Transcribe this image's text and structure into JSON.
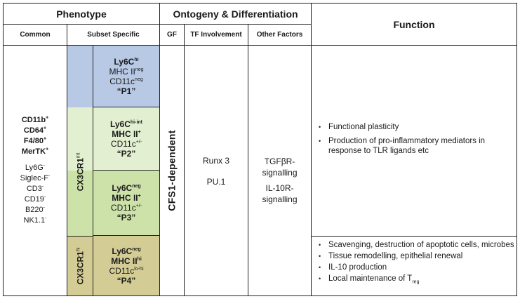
{
  "headers": {
    "phenotype": "Phenotype",
    "ontogeny": "Ontogeny & Differentiation",
    "function": "Function",
    "common": "Common",
    "subset_specific": "Subset Specific",
    "gf": "GF",
    "tf": "TF Involvement",
    "other": "Other Factors"
  },
  "common_markers": {
    "positive": [
      {
        "name": "CD11b",
        "sup": "+"
      },
      {
        "name": "CD64",
        "sup": "+"
      },
      {
        "name": "F4/80",
        "sup": "+"
      },
      {
        "name": "MerTK",
        "sup": "+"
      }
    ],
    "negative": [
      {
        "name": "Ly6G",
        "sup": "-"
      },
      {
        "name": "Siglec-F",
        "sup": "-"
      },
      {
        "name": "CD3",
        "sup": "-"
      },
      {
        "name": "CD19",
        "sup": "-"
      },
      {
        "name": "B220",
        "sup": "-"
      },
      {
        "name": "NK1.1",
        "sup": "-"
      }
    ]
  },
  "cx3cr1": {
    "int": {
      "name": "CX3CR1",
      "sup": "int"
    },
    "hi": {
      "name": "CX3CR1",
      "sup": "hi"
    }
  },
  "subsets": [
    {
      "color": "#b8c9e6",
      "lines": [
        {
          "text": "Ly6C",
          "sup": "hi",
          "bold": true
        },
        {
          "text": "MHC II",
          "sup": "neg",
          "bold": false
        },
        {
          "text": "CD11c",
          "sup": "neg",
          "bold": false
        },
        {
          "text": "“P1”",
          "sup": "",
          "bold": true
        }
      ]
    },
    {
      "color": "#e3efd1",
      "lines": [
        {
          "text": "Ly6C",
          "sup": "hi-int",
          "bold": true
        },
        {
          "text": "MHC II",
          "sup": "+",
          "bold": true
        },
        {
          "text": "CD11c",
          "sup": "+/-",
          "bold": false
        },
        {
          "text": "“P2”",
          "sup": "",
          "bold": true
        }
      ]
    },
    {
      "color": "#cde2a9",
      "lines": [
        {
          "text": "Ly6C",
          "sup": "neg",
          "bold": true
        },
        {
          "text": "MHC II",
          "sup": "+",
          "bold": true
        },
        {
          "text": "CD11c",
          "sup": "+/-",
          "bold": false
        },
        {
          "text": "“P3”",
          "sup": "",
          "bold": true
        }
      ]
    },
    {
      "color": "#d4cc95",
      "lines": [
        {
          "text": "Ly6C",
          "sup": "neg",
          "bold": true
        },
        {
          "text": "MHC II",
          "sup": "hi",
          "bold": true
        },
        {
          "text": "CD11c",
          "sup": "lo-hi",
          "bold": false
        },
        {
          "text": "“P4”",
          "sup": "",
          "bold": true
        }
      ]
    }
  ],
  "colors": {
    "cx3cr1_int_top": "#b8c9e6",
    "cx3cr1_int_mid": "#e3efd1",
    "cx3cr1_int_bot": "#cde2a9",
    "cx3cr1_hi": "#d4cc95"
  },
  "gf": "CFS1-dependent",
  "tf": [
    "Runx 3",
    "PU.1"
  ],
  "other_factors": [
    "TGFβR-",
    "signalling",
    "IL-10R-",
    "signalling"
  ],
  "function_upper": [
    "Functional plasticity",
    "Production of pro-inflammatory mediators in response to TLR ligands etc"
  ],
  "function_lower": [
    "Scavenging, destruction of apoptotic cells, microbes",
    "Tissue remodelling, epithelial renewal",
    "IL-10 production"
  ],
  "function_treg": {
    "text": "Local maintenance of T",
    "sub": "reg"
  }
}
